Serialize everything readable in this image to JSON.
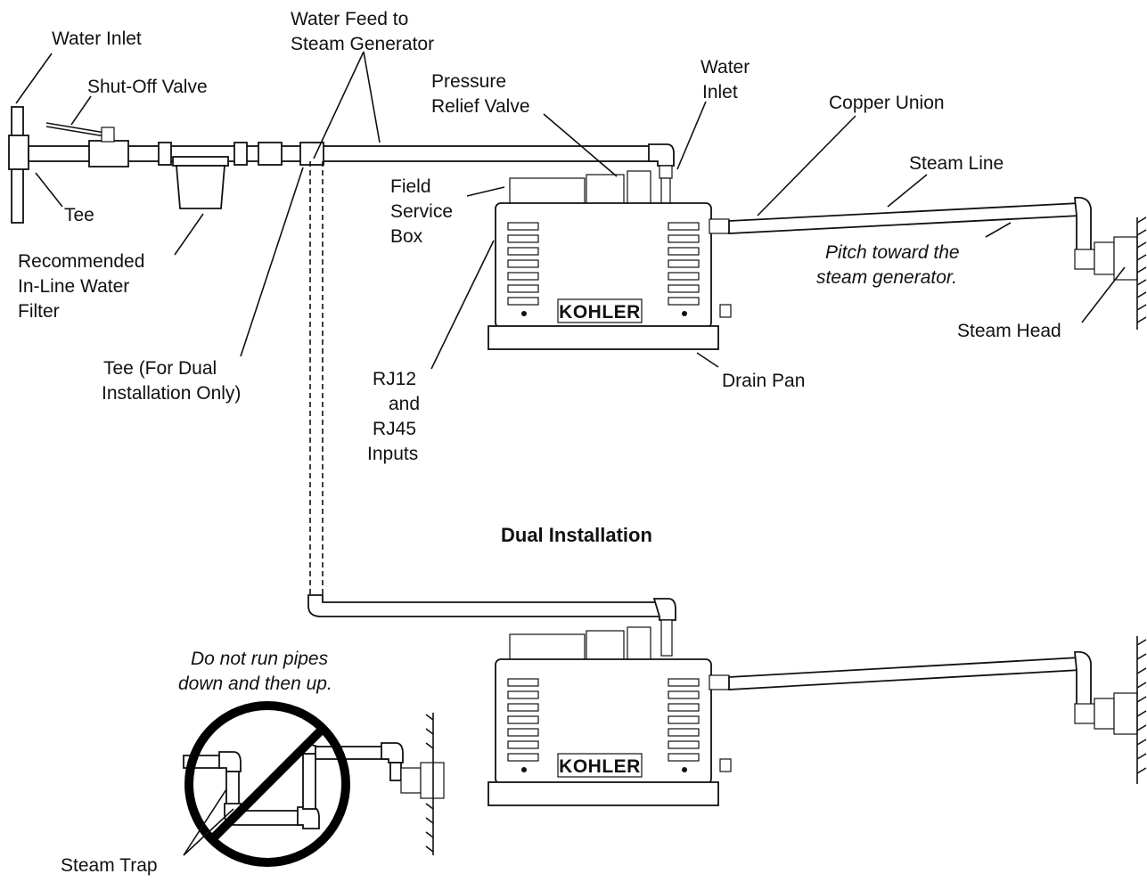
{
  "labels": {
    "water_inlet_left": "Water Inlet",
    "shut_off_valve": "Shut-Off Valve",
    "tee_left": "Tee",
    "filter_1": "Recommended",
    "filter_2": "In-Line Water",
    "filter_3": "Filter",
    "tee_dual_1": "Tee (For Dual",
    "tee_dual_2": "Installation Only)",
    "water_feed_1": "Water Feed to",
    "water_feed_2": "Steam Generator",
    "pressure_relief_1": "Pressure",
    "pressure_relief_2": "Relief Valve",
    "water_inlet_right_1": "Water",
    "water_inlet_right_2": "Inlet",
    "field_service_1": "Field",
    "field_service_2": "Service",
    "field_service_3": "Box",
    "copper_union": "Copper Union",
    "steam_line": "Steam Line",
    "pitch_1": "Pitch toward the",
    "pitch_2": "steam generator.",
    "steam_head": "Steam Head",
    "drain_pan": "Drain Pan",
    "rj_1": "RJ12",
    "rj_2": "and",
    "rj_3": "RJ45",
    "rj_4": "Inputs",
    "dual_installation": "Dual Installation",
    "do_not_1": "Do not run pipes",
    "do_not_2": "down and then up.",
    "steam_trap": "Steam Trap"
  },
  "brand": {
    "generator_top": "KOHLER",
    "generator_bottom": "KOHLER"
  },
  "icons": {
    "prohibition": "prohibition-icon"
  }
}
